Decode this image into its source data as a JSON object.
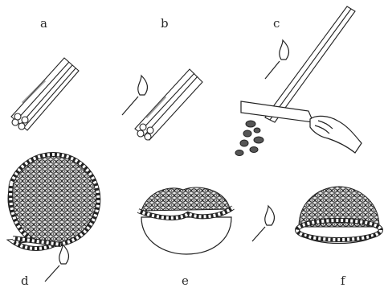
{
  "panels": [
    {
      "letter": "a"
    },
    {
      "letter": "b"
    },
    {
      "letter": "c"
    },
    {
      "letter": "d"
    },
    {
      "letter": "e"
    },
    {
      "letter": "f"
    }
  ]
}
